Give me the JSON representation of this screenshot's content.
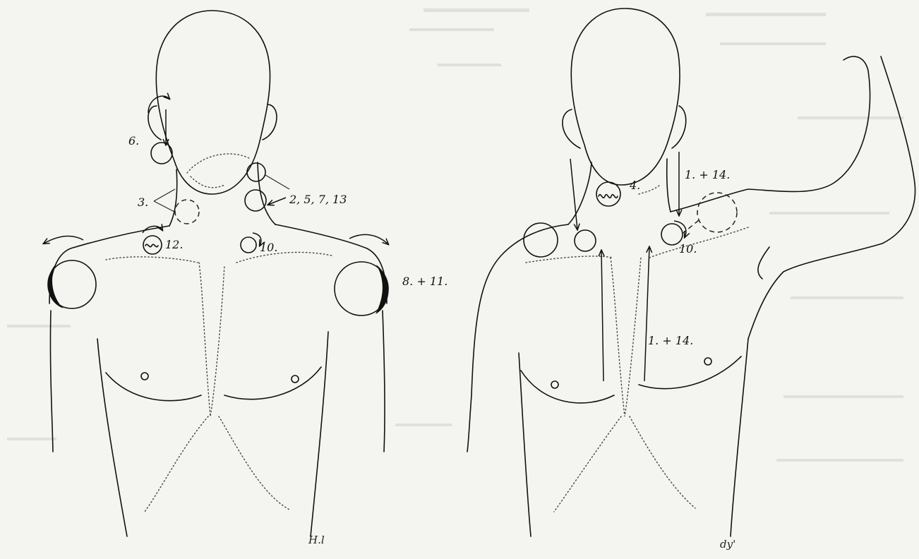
{
  "left_figure": {
    "labels": {
      "point_6": "6.",
      "point_3": "3.",
      "point_2_5_7_13": "2, 5, 7, 13",
      "point_12": "12.",
      "point_10": "10.",
      "point_8_11": "8. + 11."
    },
    "signature": "H.l"
  },
  "right_figure": {
    "labels": {
      "point_4": "4.",
      "point_1_14_upper": "1. + 14.",
      "point_10": "10.",
      "point_1_14_lower": "1. + 14."
    },
    "signature": "dy'"
  },
  "colors": {
    "ink": "#111111",
    "paper": "#f4f4f1",
    "bleed_through": "#cfcfca"
  }
}
